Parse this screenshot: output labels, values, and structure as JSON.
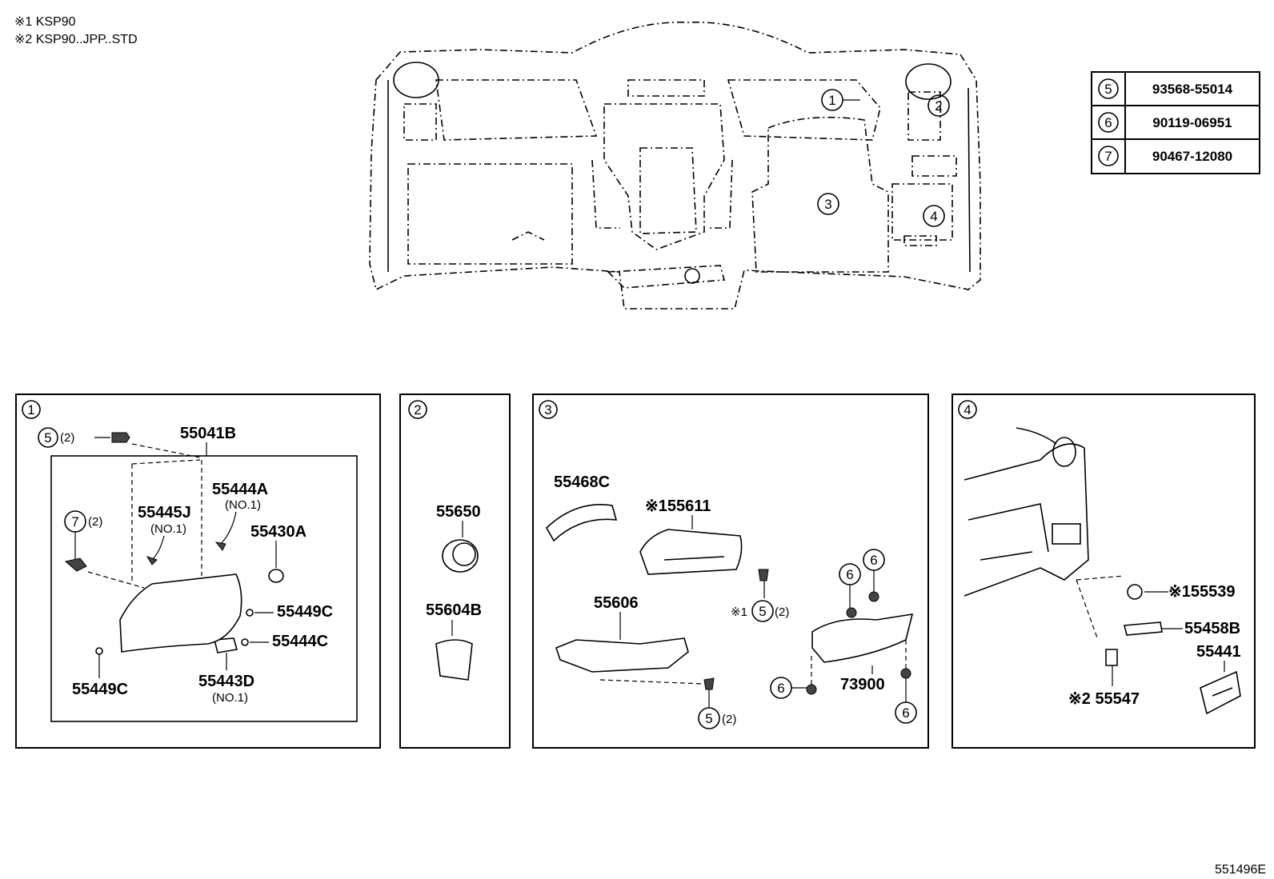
{
  "notes": {
    "note1": "※1 KSP90",
    "note2": "※2 KSP90..JPP..STD"
  },
  "figure_code": "551496E",
  "legend": [
    {
      "ref": "5",
      "part": "93568-55014"
    },
    {
      "ref": "6",
      "part": "90119-06951"
    },
    {
      "ref": "7",
      "part": "90467-12080"
    }
  ],
  "overview_refs": [
    "1",
    "2",
    "3",
    "4"
  ],
  "panel1": {
    "ref": "1",
    "label_55041B": "55041B",
    "label_5": "5",
    "qty_5": "(2)",
    "label_7": "7",
    "qty_7": "(2)",
    "label_55445J": "55445J",
    "sub_55445J": "(NO.1)",
    "label_55444A": "55444A",
    "sub_55444A": "(NO.1)",
    "label_55430A": "55430A",
    "label_55449C_a": "55449C",
    "label_55444C": "55444C",
    "label_55443D": "55443D",
    "sub_55443D": "(NO.1)",
    "label_55449C_b": "55449C"
  },
  "panel2": {
    "ref": "2",
    "label_55650": "55650",
    "label_55604B": "55604B"
  },
  "panel3": {
    "ref": "3",
    "label_55468C": "55468C",
    "label_55611": "※155611",
    "label_55606": "55606",
    "label_5a_mark": "※1",
    "label_5a": "5",
    "qty_5a": "(2)",
    "label_5b": "5",
    "qty_5b": "(2)",
    "label_6a": "6",
    "label_6b": "6",
    "label_6c": "6",
    "label_6d": "6",
    "label_73900": "73900"
  },
  "panel4": {
    "ref": "4",
    "label_55539": "※155539",
    "label_55458B": "55458B",
    "label_55441": "55441",
    "label_55547": "※2 55547"
  }
}
